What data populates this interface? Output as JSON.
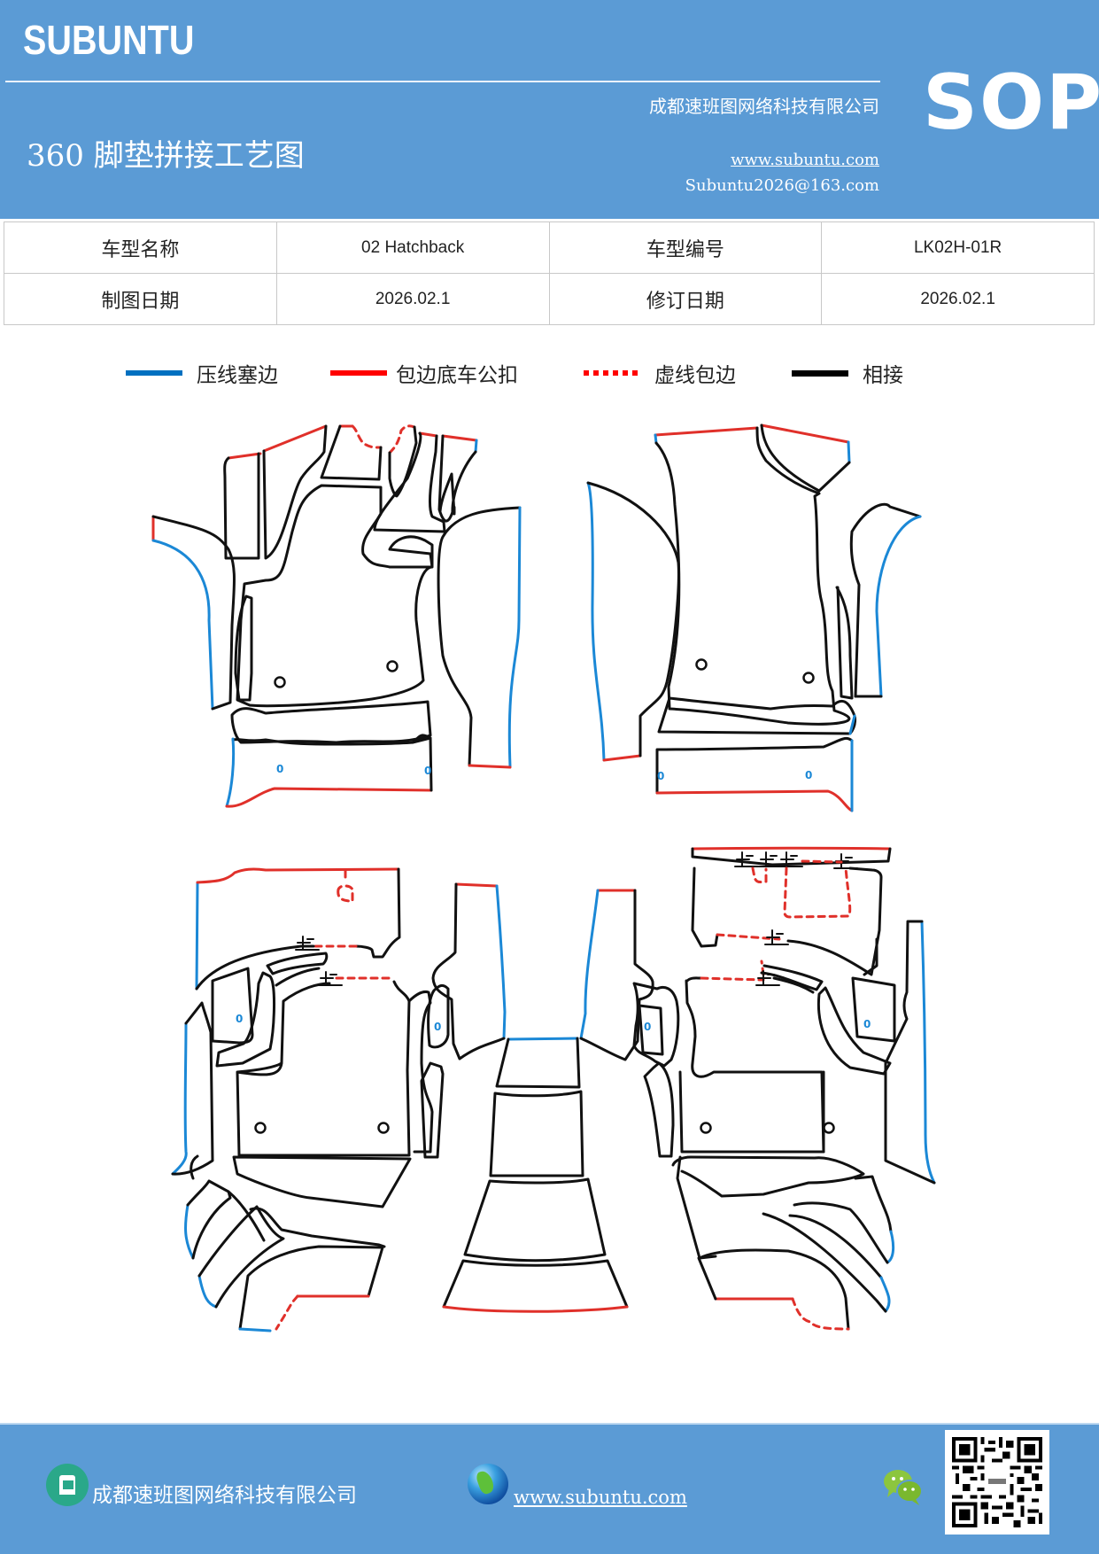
{
  "header": {
    "brand": "SUBUNTU",
    "company": "成都速班图网络科技有限公司",
    "title": "360 脚垫拼接工艺图",
    "website": "www.subuntu.com",
    "email": "Subuntu2026@163.com",
    "badge": "SOP",
    "background_color": "#5b9bd5"
  },
  "info_table": {
    "rows": [
      [
        {
          "label": "车型名称",
          "value": "02 Hatchback"
        },
        {
          "label": "车型编号",
          "value": "LK02H-01R"
        }
      ],
      [
        {
          "label": "制图日期",
          "value": "2026.02.1"
        },
        {
          "label": "修订日期",
          "value": "2026.02.1"
        }
      ]
    ]
  },
  "legend": {
    "items": [
      {
        "label": "压线塞边",
        "style": "solid",
        "color": "#0070c0"
      },
      {
        "label": "包边底车公扣",
        "style": "solid",
        "color": "#ff0000"
      },
      {
        "label": "虚线包边",
        "style": "dotted",
        "color": "#ff0000"
      },
      {
        "label": "相接",
        "style": "solid",
        "color": "#000000"
      }
    ]
  },
  "diagram": {
    "colors": {
      "press_line": "#1b88d6",
      "edge_wrap": "#e0302a",
      "dashed_wrap": "#e0302a",
      "joint": "#111111"
    },
    "panels": [
      {
        "name": "front-set-left"
      },
      {
        "name": "front-set-right"
      },
      {
        "name": "rear-set-left"
      },
      {
        "name": "center-tunnel"
      },
      {
        "name": "rear-set-right"
      }
    ],
    "marks": {
      "hole_label": "0",
      "stop_mark": "止"
    }
  },
  "footer": {
    "company": "成都速班图网络科技有限公司",
    "website": "www.subuntu.com",
    "icons": [
      "building-icon",
      "globe-icon",
      "wechat-icon",
      "qr-code"
    ]
  }
}
